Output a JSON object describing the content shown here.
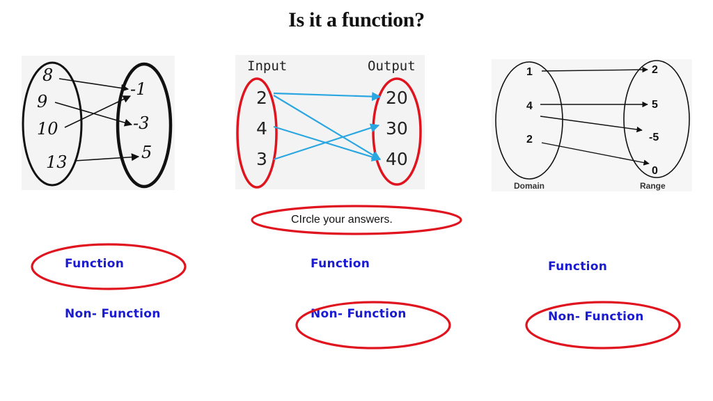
{
  "title": "Is it a function?",
  "instruction": "CIrcle your answers.",
  "panel1": {
    "left_values": [
      "8",
      "9",
      "10",
      "13"
    ],
    "right_values": [
      "-1",
      "-3",
      "5"
    ]
  },
  "panel2": {
    "input_label": "Input",
    "output_label": "Output",
    "left_values": [
      "2",
      "4",
      "3"
    ],
    "right_values": [
      "20",
      "30",
      "40"
    ]
  },
  "panel3": {
    "left_values": [
      "1",
      "4",
      "2"
    ],
    "right_values": [
      "2",
      "5",
      "-5",
      "0"
    ],
    "domain_label": "Domain",
    "range_label": "Range"
  },
  "answers": [
    {
      "function_label": "Function",
      "non_function_label": "Non- Function",
      "circled": "function"
    },
    {
      "function_label": "Function",
      "non_function_label": "Non- Function",
      "circled": "non-function"
    },
    {
      "function_label": "Function",
      "non_function_label": "Non- Function",
      "circled": "non-function"
    }
  ],
  "colors": {
    "circle_red": "#e0141e",
    "choice_blue": "#1a1ad0",
    "arrow_blue": "#2aa6e0"
  }
}
